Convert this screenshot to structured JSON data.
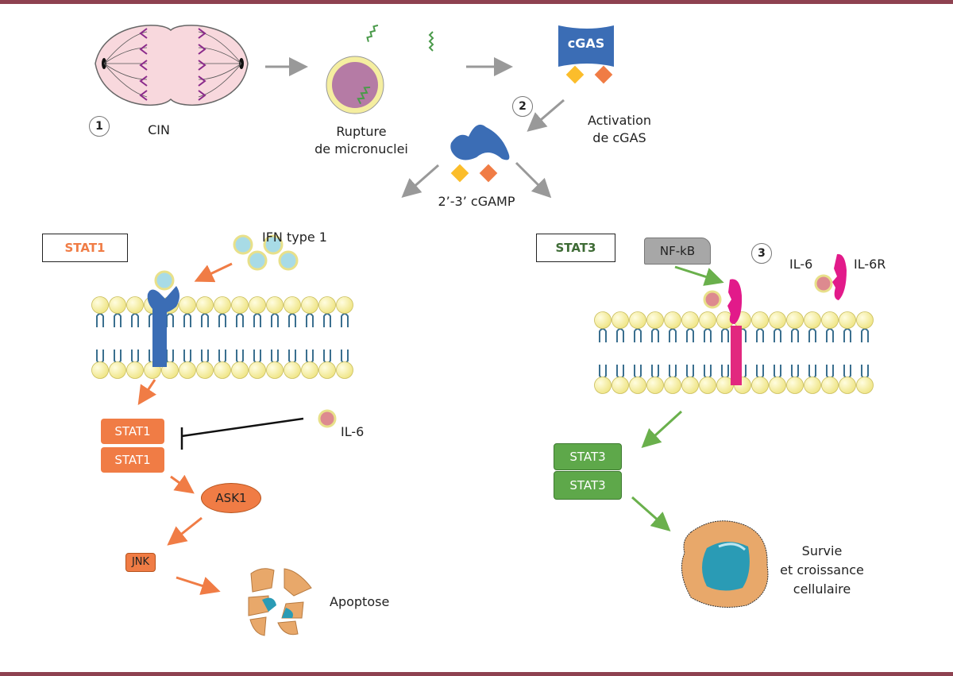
{
  "top": {
    "step1_number": "1",
    "step1_label": "CIN",
    "step_micronuclei_label_line1": "Rupture",
    "step_micronuclei_label_line2": "de micronuclei",
    "cgas_label": "cGAS",
    "step2_number": "2",
    "activation_label_line1": "Activation",
    "activation_label_line2": "de cGAS",
    "cgamp_label": "2’-3’ cGAMP"
  },
  "left_panel": {
    "title": "STAT1",
    "title_color": "#f07c45",
    "ifn_label": "IFN type 1",
    "il6_label": "IL-6",
    "stat1_top": "STAT1",
    "stat1_bottom": "STAT1",
    "ask1": "ASK1",
    "jnk": "JNK",
    "outcome": "Apoptose",
    "accent": "#f07c45"
  },
  "right_panel": {
    "title": "STAT3",
    "title_color": "#3e6b35",
    "nfkb": "NF-kB",
    "step3_number": "3",
    "il6_label": "IL-6",
    "il6r_label": "IL-6R",
    "stat3_top": "STAT3",
    "stat3_bottom": "STAT3",
    "outcome_line1": "Survie",
    "outcome_line2": "et croissance",
    "outcome_line3": "cellulaire",
    "accent": "#6ab04c"
  }
}
